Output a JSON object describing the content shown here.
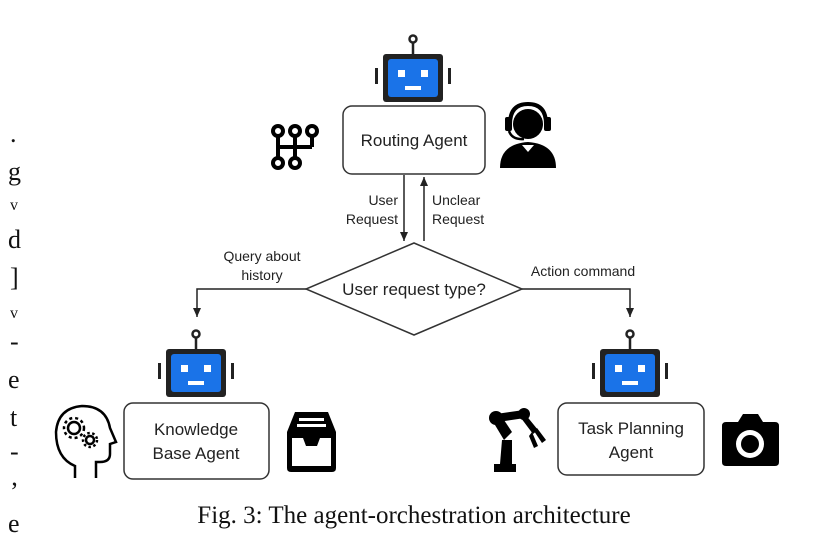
{
  "nodes": {
    "routing": {
      "line1": "Routing Agent"
    },
    "knowledge": {
      "line1": "Knowledge",
      "line2": "Base Agent"
    },
    "task": {
      "line1": "Task Planning",
      "line2": "Agent"
    },
    "decision": {
      "label": "User request type?"
    }
  },
  "edges": {
    "user_request": {
      "line1": "User",
      "line2": "Request"
    },
    "unclear_request": {
      "line1": "Unclear",
      "line2": "Request"
    },
    "query_history": {
      "line1": "Query about",
      "line2": "history"
    },
    "action_command": {
      "label": "Action command"
    }
  },
  "caption": "Fig. 3: The agent-orchestration architecture",
  "margin_chars": [
    ".",
    "g",
    "v",
    "d",
    "]",
    "v",
    "-",
    "e",
    "t",
    "-",
    "’",
    "e"
  ],
  "colors": {
    "robot_blue": "#1a73e8",
    "stroke": "#333333",
    "icon": "#000000"
  },
  "icons": [
    "robot-icon",
    "flowchart-nodes-icon",
    "headset-person-icon",
    "gears-head-icon",
    "inbox-tray-icon",
    "robot-arm-icon",
    "camera-icon"
  ]
}
